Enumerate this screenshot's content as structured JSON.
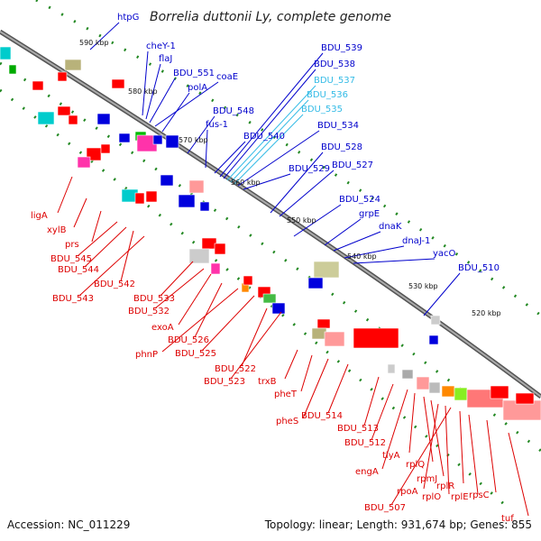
{
  "title": "Borrelia duttonii Ly, complete genome",
  "footer": {
    "accession": "Accession: NC_011229",
    "summary": "Topology: linear; Length: 931,674 bp; Genes: 855"
  },
  "ticks": [
    "590 kbp",
    "580 kbp",
    "570 kbp",
    "560 kbp",
    "550 kbp",
    "540 kbp",
    "530 kbp",
    "520 kbp"
  ],
  "colors": {
    "label_top": "#0000cc",
    "label_top_highlight": "#33bbe6",
    "label_bottom": "#dd0000",
    "backbone": "#808080",
    "dots": "#228822"
  },
  "top_labels": [
    "htpG",
    "cheY-1",
    "flaJ",
    "BDU_551",
    "coaE",
    "polA",
    "BDU_548",
    "fus-1",
    "BDU_540",
    "BDU_539",
    "BDU_538",
    "BDU_537",
    "BDU_536",
    "BDU_535",
    "BDU_534",
    "BDU_529",
    "BDU_528",
    "BDU_527",
    "BDU_524",
    "grpE",
    "dnaK",
    "dnaJ-1",
    "yacO",
    "BDU_510"
  ],
  "bottom_labels": [
    "ligA",
    "xylB",
    "prs",
    "BDU_545",
    "BDU_544",
    "BDU_542",
    "BDU_543",
    "BDU_533",
    "BDU_532",
    "exoA",
    "BDU_526",
    "phnP",
    "BDU_525",
    "BDU_522",
    "BDU_523",
    "trxB",
    "pheT",
    "pheS",
    "BDU_514",
    "BDU_513",
    "BDU_512",
    "engA",
    "tlyA",
    "rplQ",
    "rpmJ",
    "rpoA",
    "rplO",
    "BDU_507",
    "rplR",
    "rplE",
    "rpsC",
    "tuf"
  ]
}
